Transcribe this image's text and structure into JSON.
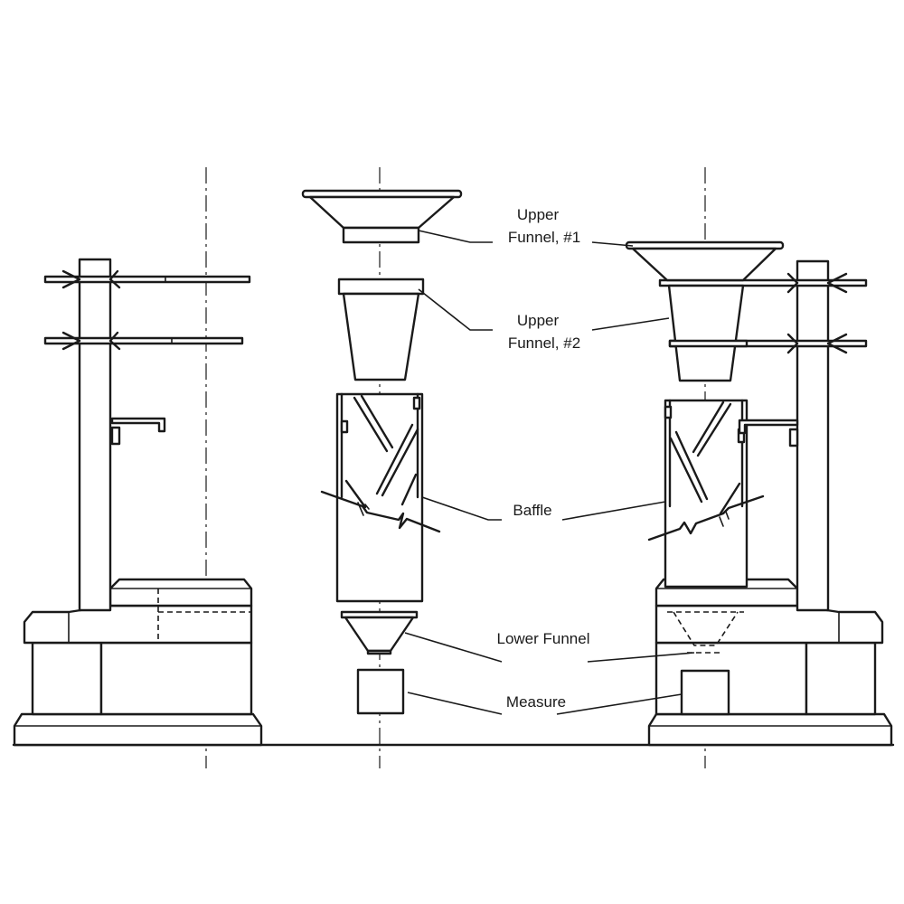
{
  "labels": {
    "upper_funnel_1": {
      "line1": "Upper",
      "line2": "Funnel, #1"
    },
    "upper_funnel_2": {
      "line1": "Upper",
      "line2": "Funnel, #2"
    },
    "baffle": "Baffle",
    "lower_funnel": "Lower Funnel",
    "measure": "Measure"
  },
  "colors": {
    "line": "#1a1a1a",
    "background": "#ffffff"
  }
}
